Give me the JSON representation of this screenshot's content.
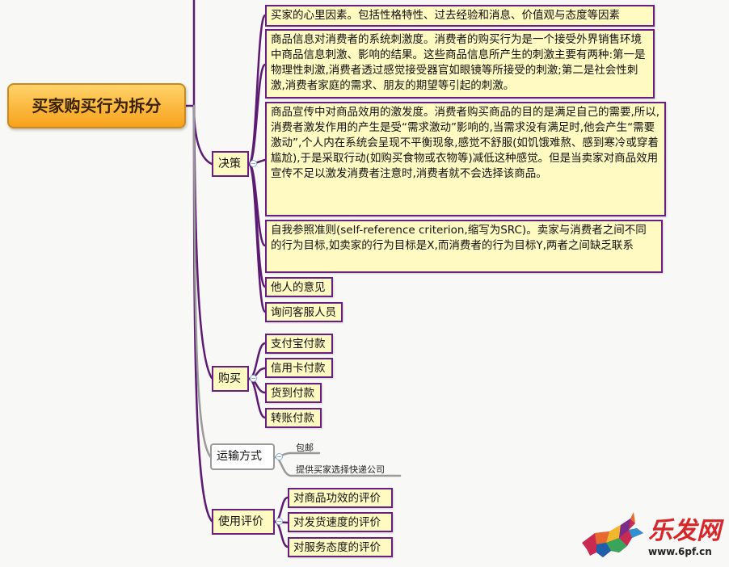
{
  "root": {
    "label": "买家购买行为拆分"
  },
  "decision": {
    "label": "决策",
    "items": [
      "买家的心里因素。包括性格特性、过去经验和消息、价值观与态度等因素",
      "商品信息对消费者的系统刺激度。消费者的购买行为是一个接受外界销售环境中商品信息刺激、影响的结果。这些商品信息所产生的刺激主要有两种:第一是物理性刺激,消费者透过感觉接受器官如眼镜等所接受的刺激;第二是社会性刺激,消费者家庭的需求、朋友的期望等引起的刺激。",
      "商品宣传中对商品效用的激发度。消费者购买商品的目的是满足自己的需要,所以,消费者激发作用的产生是受“需求激动”影响的,当需求没有满足时,他会产生“需要激动”,个人内在系统会呈现不平衡现象,感觉不舒服(如饥饿难熬、感到寒冷或穿着尴尬),于是采取行动(如购买食物或衣物等)减低这种感觉。但是当卖家对商品效用宣传不足以激发消费者注意时,消费者就不会选择该商品。",
      "自我参照准则(self-reference criterion,缩写为SRC)。卖家与消费者之间不同的行为目标,如卖家的行为目标是X,而消费者的行为目标Y,两者之间缺乏联系",
      "他人的意见",
      "询问客服人员"
    ]
  },
  "purchase": {
    "label": "购买",
    "items": [
      "支付宝付款",
      "信用卡付款",
      "货到付款",
      "转账付款"
    ]
  },
  "shipping": {
    "label": "运输方式",
    "items": [
      "包邮",
      "提供买家选择快递公司"
    ]
  },
  "review": {
    "label": "使用评价",
    "items": [
      "对商品功效的评价",
      "对发货速度的评价",
      "对服务态度的评价"
    ]
  },
  "watermark": {
    "title": "乐发网",
    "url": "www.6pf.cn"
  },
  "colors": {
    "branch_line": "#5d1a73",
    "grey_line": "#9a9a9a",
    "node_fill": "#fff9c2",
    "root_fill": "#f7a21c"
  }
}
